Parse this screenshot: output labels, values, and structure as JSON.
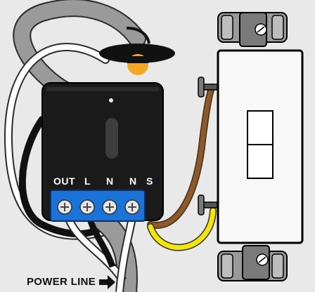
{
  "module": {
    "terminals": [
      "OUT",
      "L",
      "N",
      "N",
      "S"
    ]
  },
  "power_line": {
    "label": "POWER LINE",
    "icon": "right-arrow-icon"
  },
  "colors": {
    "module_body": "#1a1a1a",
    "terminal_block": "#1a73d8",
    "switch_body": "#f8f8f8",
    "brown_wire": "#8b5a2b",
    "yellow_wire": "#f4e600",
    "bulb": "#f5a623",
    "gray_cable": "#9a9a9a"
  }
}
